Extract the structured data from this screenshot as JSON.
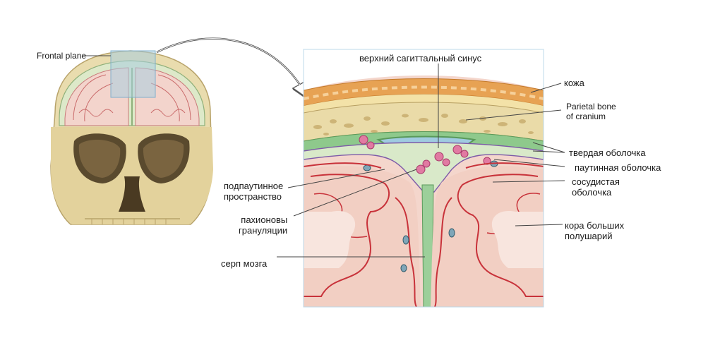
{
  "labels": {
    "frontal_plane": "Frontal plane",
    "superior_sagittal_sinus": "верхний сагиттальный синус",
    "skin": "кожа",
    "parietal_bone_line1": "Parietal bone",
    "parietal_bone_line2": "of cranium",
    "dura_mater": "твердая оболочка",
    "arachnoid_mater": "паутинная оболочка",
    "pia_mater_line1": "сосудистая",
    "pia_mater_line2": "оболочка",
    "cortex_line1": "кора больших",
    "cortex_line2": "полушарий",
    "subarachnoid_line1": "подпаутинное",
    "subarachnoid_line2": "пространство",
    "pacchionian_line1": "пахионовы",
    "pacchionian_line2": "грануляции",
    "falx_cerebri": "серп мозга"
  },
  "colors": {
    "bone": "#e8d9a6",
    "bone_dark": "#c9b47a",
    "skin": "#e9a65a",
    "skin_fat": "#f4c98a",
    "dura": "#9ccf9a",
    "sinus": "#9fcbe0",
    "cortex": "#f3cfc4",
    "white_matter": "#f7e3dc",
    "vessel": "#c8323a",
    "granulation": "#e07aa0",
    "frame": "#bcd8ea"
  }
}
